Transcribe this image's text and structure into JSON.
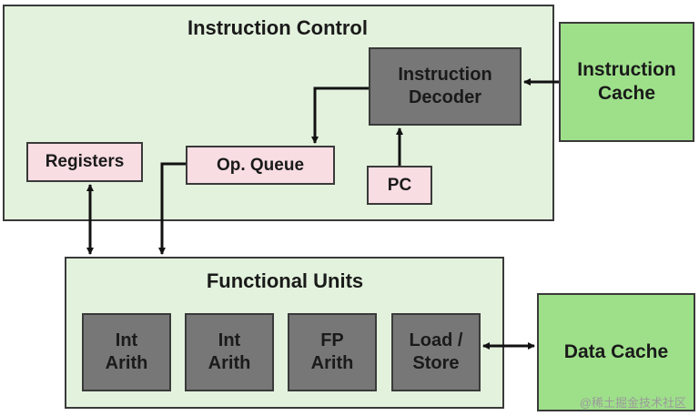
{
  "instruction_control": {
    "title": "Instruction Control"
  },
  "functional_units": {
    "title": "Functional Units"
  },
  "instruction_decoder": {
    "line1": "Instruction",
    "line2": "Decoder"
  },
  "instruction_cache": {
    "line1": "Instruction",
    "line2": "Cache"
  },
  "registers": {
    "label": "Registers"
  },
  "op_queue": {
    "label": "Op. Queue"
  },
  "pc": {
    "label": "PC"
  },
  "units": [
    {
      "line1": "Int",
      "line2": "Arith"
    },
    {
      "line1": "Int",
      "line2": "Arith"
    },
    {
      "line1": "FP",
      "line2": "Arith"
    },
    {
      "line1": "Load /",
      "line2": "Store"
    }
  ],
  "data_cache": {
    "label": "Data Cache"
  },
  "watermark": "@稀土掘金技术社区",
  "colors": {
    "outer_fill": "#e3f2dd",
    "cache_fill": "#9ee08a",
    "pink_fill": "#f8dde3",
    "gray_fill": "#777777"
  }
}
